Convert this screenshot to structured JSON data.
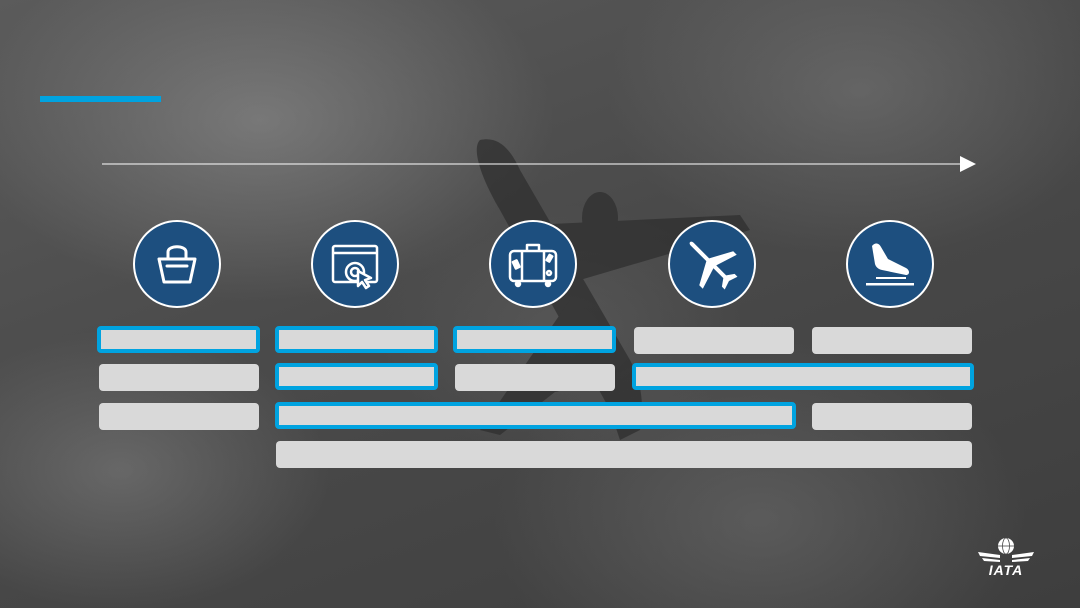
{
  "slide": {
    "accent_color": "#00a3e0",
    "icon_fill": "#1d4f7f",
    "bar_color": "#d9d9d9"
  },
  "journey_steps": [
    {
      "icon": "shopping-basket-icon"
    },
    {
      "icon": "online-booking-icon"
    },
    {
      "icon": "baggage-icon"
    },
    {
      "icon": "airplane-icon"
    },
    {
      "icon": "arrival-landing-icon"
    }
  ],
  "bars": [
    {
      "row": 1,
      "span": "col1",
      "highlighted": true
    },
    {
      "row": 1,
      "span": "col2",
      "highlighted": true
    },
    {
      "row": 1,
      "span": "col3",
      "highlighted": true
    },
    {
      "row": 1,
      "span": "col4",
      "highlighted": false
    },
    {
      "row": 1,
      "span": "col5",
      "highlighted": false
    },
    {
      "row": 2,
      "span": "col1",
      "highlighted": false
    },
    {
      "row": 2,
      "span": "col2",
      "highlighted": true
    },
    {
      "row": 2,
      "span": "col3",
      "highlighted": false
    },
    {
      "row": 2,
      "span": "col4-col5",
      "highlighted": true
    },
    {
      "row": 3,
      "span": "col1",
      "highlighted": false
    },
    {
      "row": 3,
      "span": "col2-col4",
      "highlighted": true
    },
    {
      "row": 3,
      "span": "col5",
      "highlighted": false
    },
    {
      "row": 4,
      "span": "col2-col5",
      "highlighted": false
    }
  ],
  "logo": {
    "text": "IATA"
  }
}
